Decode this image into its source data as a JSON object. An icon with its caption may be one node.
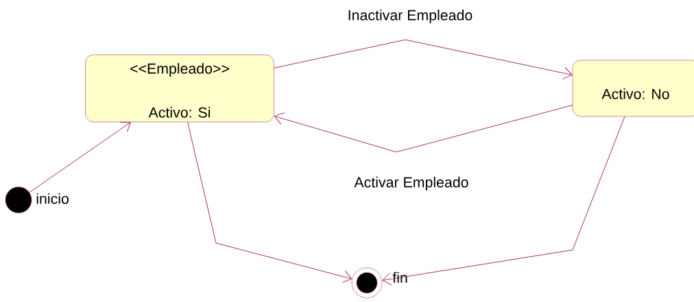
{
  "diagram": {
    "nodes": [
      {
        "text": [
          "<<Empleado>>",
          "Activo: Si"
        ]
      },
      {
        "text": [
          "Activo: No"
        ]
      },
      {
        "text": [],
        "shape": "circle",
        "beside": [
          "inicio"
        ]
      },
      {
        "text": [],
        "shape": "bullseye",
        "beside": [
          "fin"
        ]
      }
    ],
    "edges": [
      {
        "from": 2,
        "to": 0,
        "arrow": "to"
      },
      {
        "from": 0,
        "to": 1,
        "arrow": "to",
        "label": "Inactivar Empleado"
      },
      {
        "from": 1,
        "to": 0,
        "arrow": "to",
        "label": "Activar Empleado"
      },
      {
        "from": 0,
        "to": 3,
        "arrow": "to"
      },
      {
        "from": 1,
        "to": 3,
        "arrow": "to"
      }
    ]
  }
}
